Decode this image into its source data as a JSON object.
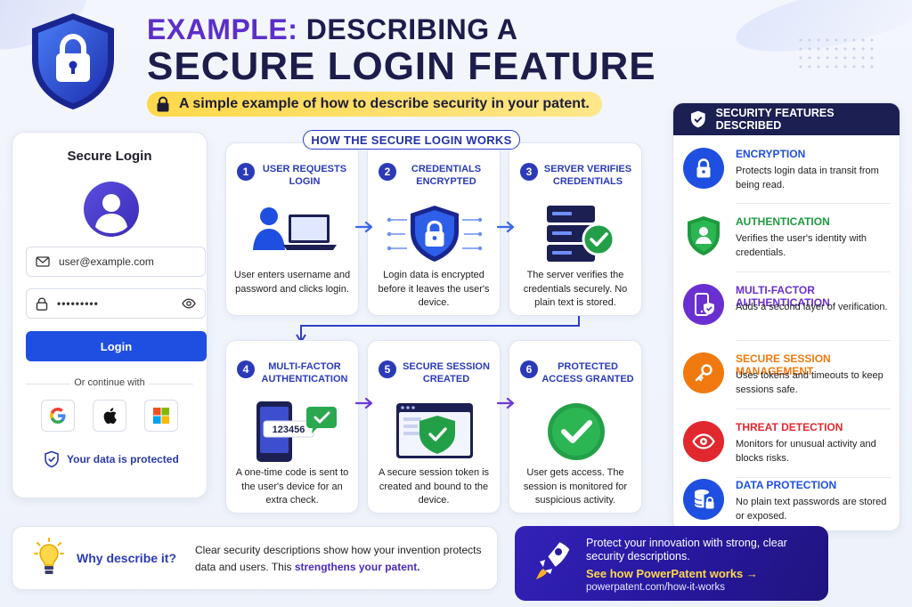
{
  "header": {
    "title_accent": "EXAMPLE:",
    "title_rest": " DESCRIBING A",
    "title_line2": "SECURE LOGIN FEATURE",
    "subtitle": "A simple example of how to describe security in your patent."
  },
  "login": {
    "title": "Secure Login",
    "email_value": "user@example.com",
    "password_value": "•••••••••",
    "button_label": "Login",
    "or_text": "Or continue with",
    "protect_text": "Your data is protected",
    "icons": [
      "mail-icon",
      "lock-icon",
      "eye-icon",
      "google-icon",
      "apple-icon",
      "microsoft-icon",
      "shield-check-icon"
    ]
  },
  "flow": {
    "heading": "HOW THE SECURE LOGIN WORKS",
    "steps": [
      {
        "num": "1",
        "title": "USER REQUESTS LOGIN",
        "desc": "User enters username and password and clicks login."
      },
      {
        "num": "2",
        "title": "CREDENTIALS ENCRYPTED",
        "desc": "Login data is encrypted before it leaves the user's device."
      },
      {
        "num": "3",
        "title": "SERVER VERIFIES CREDENTIALS",
        "desc": "The server verifies the credentials securely. No plain text is stored."
      },
      {
        "num": "4",
        "title": "MULTI-FACTOR AUTHENTICATION",
        "desc": "A one-time code is sent to the user's device for an extra check."
      },
      {
        "num": "5",
        "title": "SECURE SESSION CREATED",
        "desc": "A secure session token is created and bound to the device."
      },
      {
        "num": "6",
        "title": "PROTECTED ACCESS GRANTED",
        "desc": "User gets access. The session is monitored for suspicious activity."
      }
    ],
    "otp_code": "123456"
  },
  "features": {
    "heading": "SECURITY FEATURES DESCRIBED",
    "items": [
      {
        "title": "ENCRYPTION",
        "desc": "Protects login data in transit from being read.",
        "color": "#1f4fe0"
      },
      {
        "title": "AUTHENTICATION",
        "desc": "Verifies the user's identity with credentials.",
        "color": "#1e9a3e"
      },
      {
        "title": "MULTI-FACTOR AUTHENTICATION",
        "desc": "Adds a second layer of verification.",
        "color": "#6a2fd0"
      },
      {
        "title": "SECURE SESSION MANAGEMENT",
        "desc": "Uses tokens and timeouts to keep sessions safe.",
        "color": "#f07a10"
      },
      {
        "title": "THREAT DETECTION",
        "desc": "Monitors for unusual activity and blocks risks.",
        "color": "#e0282e"
      },
      {
        "title": "DATA PROTECTION",
        "desc": "No plain text passwords are stored or exposed.",
        "color": "#1f4fe0"
      }
    ]
  },
  "bottom": {
    "why_title": "Why describe it?",
    "why_text_a": "Clear security descriptions show how your invention protects data and users. This ",
    "why_text_hl": "strengthens your patent.",
    "cta_text": "Protect your innovation with strong, clear security descriptions.",
    "cta_link": "See how PowerPatent works →",
    "cta_url": "powerpatent.com/how-it-works"
  },
  "colors": {
    "navy": "#1b1f52",
    "primary_blue": "#1f4fe0",
    "step_blue": "#2b3ab8",
    "purple_accent": "#5b2fc9",
    "yellow": "#ffd84a",
    "green": "#1e9a3e"
  }
}
